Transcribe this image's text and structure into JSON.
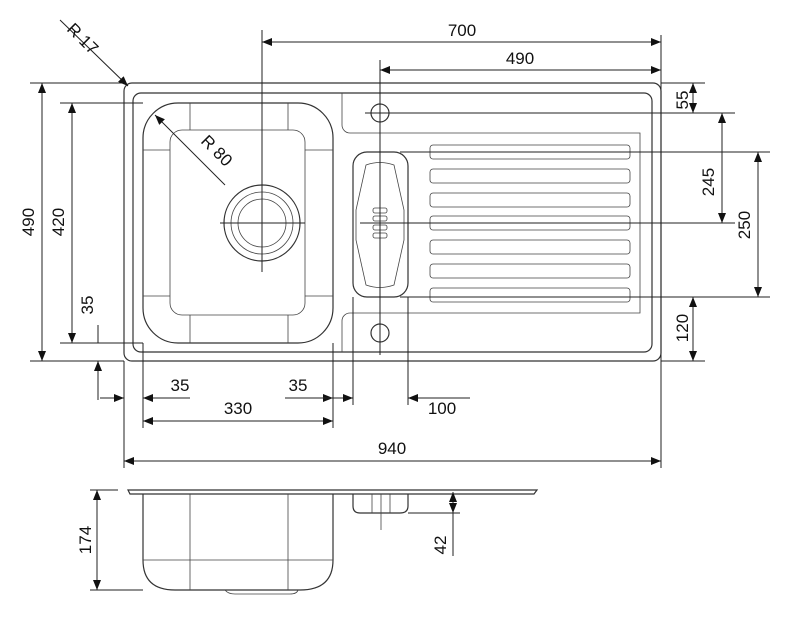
{
  "drawing": {
    "title": "Sink technical drawing",
    "radii": {
      "corner": "R 17",
      "bowl": "R 80"
    },
    "top_view": {
      "overall_width": "940",
      "overall_depth": "490",
      "drain_offset": "700",
      "overflow_offset": "490",
      "bowl_depth": "420",
      "bowl_width": "330",
      "bowl_margin_left": "35",
      "bowl_margin_right": "35",
      "bowl_margin_bottom": "35",
      "overflow_width": "100",
      "tap_hole_offset": "55",
      "overflow_center": "245",
      "overflow_height": "250",
      "front_hole_offset": "120"
    },
    "side_view": {
      "bowl_height": "174",
      "overflow_depth": "42"
    },
    "line_color": "#333333"
  }
}
